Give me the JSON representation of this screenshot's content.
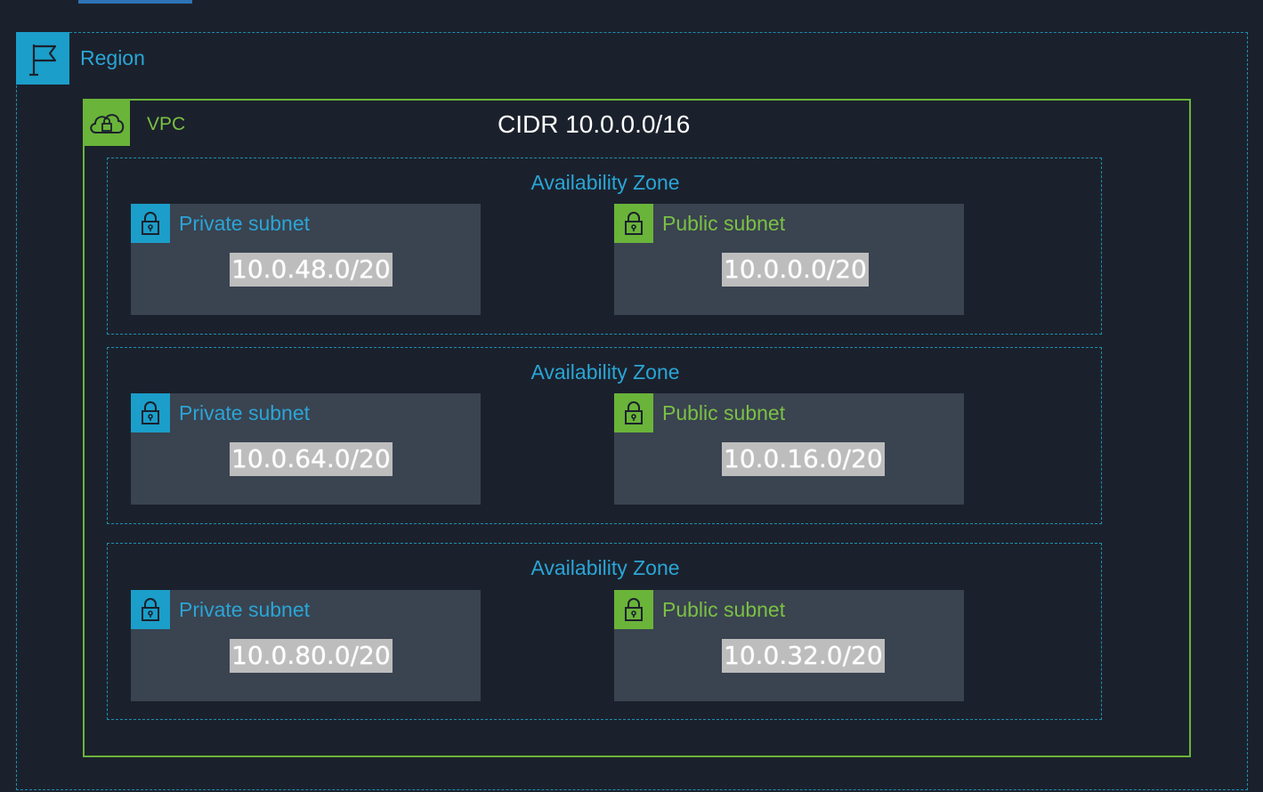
{
  "region": {
    "label": "Region"
  },
  "vpc": {
    "label": "VPC",
    "cidr": "CIDR 10.0.0.0/16"
  },
  "zones": [
    {
      "label": "Availability Zone",
      "private": {
        "label": "Private subnet",
        "cidr": "10.0.48.0/20"
      },
      "public": {
        "label": "Public subnet",
        "cidr": "10.0.0.0/20"
      }
    },
    {
      "label": "Availability Zone",
      "private": {
        "label": "Private subnet",
        "cidr": "10.0.64.0/20"
      },
      "public": {
        "label": "Public subnet",
        "cidr": "10.0.16.0/20"
      }
    },
    {
      "label": "Availability Zone",
      "private": {
        "label": "Private subnet",
        "cidr": "10.0.80.0/20"
      },
      "public": {
        "label": "Public subnet",
        "cidr": "10.0.32.0/20"
      }
    }
  ],
  "colors": {
    "background": "#1b212c",
    "region_accent": "#1b9ec9",
    "vpc_accent": "#6ab43a",
    "subnet_fill": "#3a4350",
    "cidr_badge": "#bdbdbd"
  },
  "icons": {
    "region": "flag-icon",
    "vpc": "cloud-lock-icon",
    "subnet": "padlock-icon"
  }
}
